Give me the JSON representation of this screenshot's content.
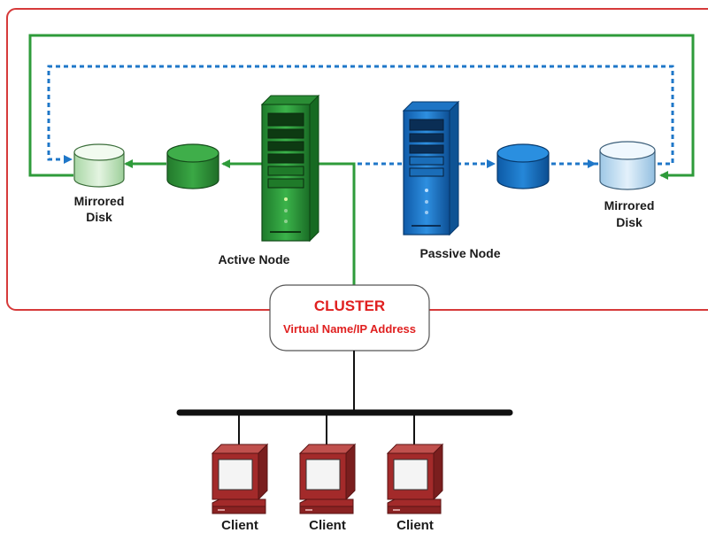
{
  "diagram": {
    "cluster": {
      "title": "CLUSTER",
      "subtitle": "Virtual Name/IP Address"
    },
    "active_node": {
      "label": "Active Node"
    },
    "passive_node": {
      "label": "Passive Node"
    },
    "left_disk": {
      "label_line1": "Mirrored",
      "label_line2": "Disk"
    },
    "right_disk": {
      "label_line1": "Mirrored",
      "label_line2": "Disk"
    },
    "clients": [
      {
        "label": "Client"
      },
      {
        "label": "Client"
      },
      {
        "label": "Client"
      }
    ],
    "colors": {
      "cluster_border": "#d63a3a",
      "active_green": "#2e9b3a",
      "passive_blue": "#1f77c8",
      "client_red": "#a32a2a",
      "cluster_text": "#e02020"
    }
  }
}
